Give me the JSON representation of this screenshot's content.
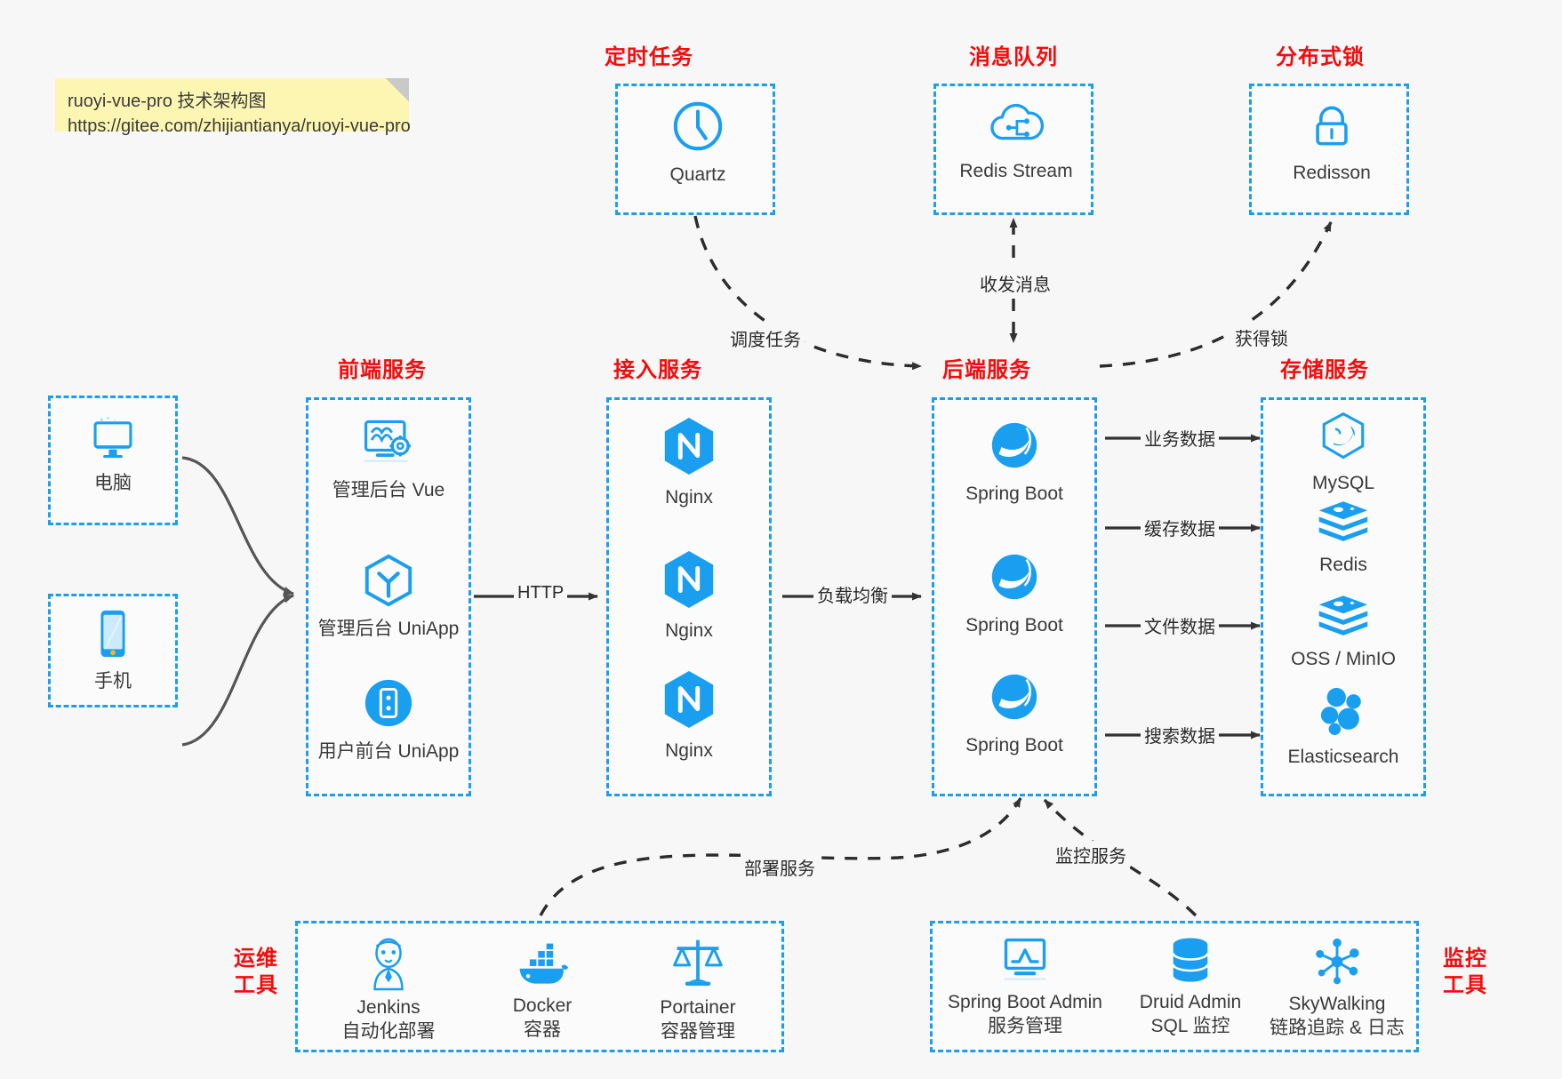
{
  "note": {
    "title": "ruoyi-vue-pro 技术架构图",
    "url": "https://gitee.com/zhijiantianya/ruoyi-vue-pro"
  },
  "colors": {
    "box_border": "#1a9ff0",
    "group_title": "#f30c0c",
    "icon_blue": "#1a9ff0",
    "arrow": "#333333",
    "canvas": "#f7f7f7",
    "note_bg": "#fdf6b2"
  },
  "groups": {
    "scheduled_task": {
      "title": "定时任务"
    },
    "message_queue": {
      "title": "消息队列"
    },
    "distributed_lock": {
      "title": "分布式锁"
    },
    "frontend": {
      "title": "前端服务"
    },
    "gateway": {
      "title": "接入服务"
    },
    "backend": {
      "title": "后端服务"
    },
    "storage": {
      "title": "存储服务"
    },
    "ops_tools": {
      "title_line1": "运维",
      "title_line2": "工具"
    },
    "monitor_tools": {
      "title_line1": "监控",
      "title_line2": "工具"
    }
  },
  "clients": [
    {
      "id": "pc",
      "label": "电脑",
      "icon": "desktop-monitor-icon"
    },
    {
      "id": "mobile",
      "label": "手机",
      "icon": "smartphone-icon"
    }
  ],
  "scheduled_task_nodes": [
    {
      "label": "Quartz",
      "icon": "clock-icon"
    }
  ],
  "message_queue_nodes": [
    {
      "label": "Redis Stream",
      "icon": "cloud-stream-icon"
    }
  ],
  "distributed_lock_nodes": [
    {
      "label": "Redisson",
      "icon": "padlock-icon"
    }
  ],
  "frontend_nodes": [
    {
      "label": "管理后台 Vue",
      "icon": "dashboard-gear-icon"
    },
    {
      "label": "管理后台 UniApp",
      "icon": "uniapp-cube-icon"
    },
    {
      "label": "用户前台 UniApp",
      "icon": "mobile-app-icon"
    }
  ],
  "gateway_nodes": [
    {
      "label": "Nginx",
      "icon": "nginx-icon"
    },
    {
      "label": "Nginx",
      "icon": "nginx-icon"
    },
    {
      "label": "Nginx",
      "icon": "nginx-icon"
    }
  ],
  "backend_nodes": [
    {
      "label": "Spring Boot",
      "icon": "spring-boot-icon"
    },
    {
      "label": "Spring Boot",
      "icon": "spring-boot-icon"
    },
    {
      "label": "Spring Boot",
      "icon": "spring-boot-icon"
    }
  ],
  "storage_nodes": [
    {
      "label": "MySQL",
      "icon": "mysql-dolphin-icon"
    },
    {
      "label": "Redis",
      "icon": "redis-stack-icon"
    },
    {
      "label": "OSS / MinIO",
      "icon": "object-storage-icon"
    },
    {
      "label": "Elasticsearch",
      "icon": "elasticsearch-icon"
    }
  ],
  "ops_nodes": [
    {
      "name": "Jenkins",
      "desc": "自动化部署",
      "icon": "jenkins-butler-icon"
    },
    {
      "name": "Docker",
      "desc": "容器",
      "icon": "docker-whale-icon"
    },
    {
      "name": "Portainer",
      "desc": "容器管理",
      "icon": "scales-balance-icon"
    }
  ],
  "monitor_nodes": [
    {
      "name": "Spring Boot Admin",
      "desc": "服务管理",
      "icon": "monitor-chart-icon"
    },
    {
      "name": "Druid Admin",
      "desc": "SQL 监控",
      "icon": "database-stack-icon"
    },
    {
      "name": "SkyWalking",
      "desc": "链路追踪 & 日志",
      "icon": "skywalking-node-icon"
    }
  ],
  "edge_labels": {
    "http": "HTTP",
    "load_balance": "负载均衡",
    "schedule_task": "调度任务",
    "send_receive_message": "收发消息",
    "acquire_lock": "获得锁",
    "business_data": "业务数据",
    "cache_data": "缓存数据",
    "file_data": "文件数据",
    "search_data": "搜索数据",
    "deploy_service": "部署服务",
    "monitor_service": "监控服务"
  }
}
